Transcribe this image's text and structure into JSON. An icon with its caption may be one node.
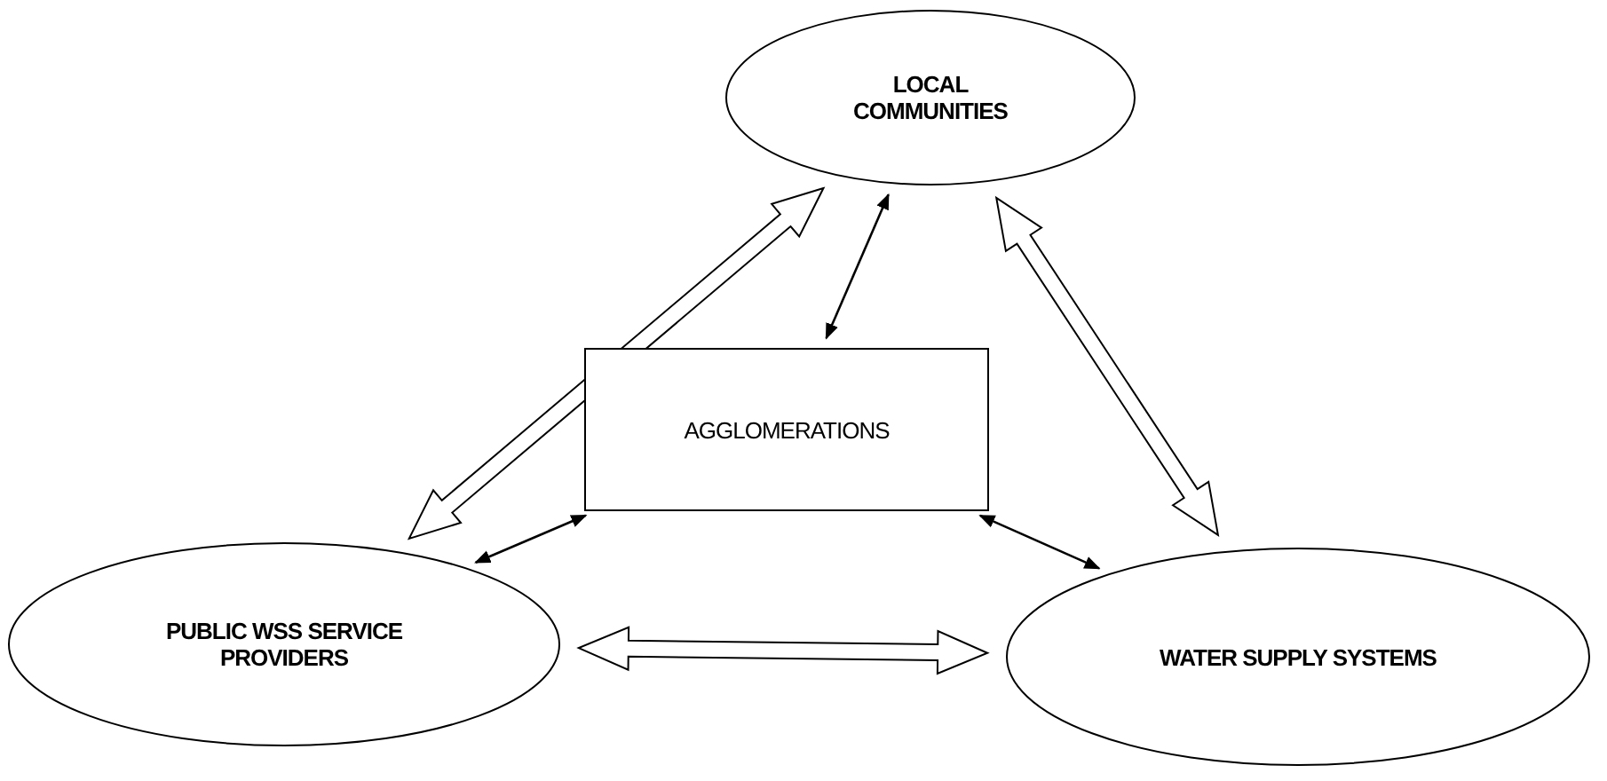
{
  "diagram": {
    "nodes": [
      {
        "text": [
          "LOCAL COMMUNITIES"
        ]
      },
      {
        "text": [
          "AGGLOMERATIONS"
        ]
      },
      {
        "text": [
          "PUBLIC WSS SERVICE PROVIDERS"
        ]
      },
      {
        "text": [
          "WATER SUPPLY SYSTEMS"
        ]
      }
    ],
    "edges": [
      {
        "from": 0,
        "to": 2,
        "arrow": "both",
        "style": "thick"
      },
      {
        "from": 1,
        "to": 0,
        "arrow": "both"
      },
      {
        "from": 0,
        "to": 3,
        "arrow": "both",
        "style": "thick"
      },
      {
        "from": 1,
        "to": 2,
        "arrow": "both"
      },
      {
        "from": 1,
        "to": 3,
        "arrow": "both"
      },
      {
        "from": 2,
        "to": 3,
        "arrow": "both",
        "style": "thick"
      }
    ]
  }
}
